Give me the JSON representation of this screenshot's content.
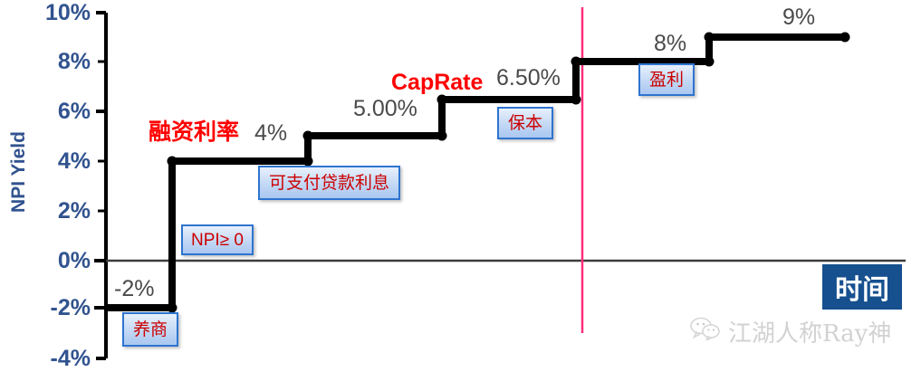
{
  "chart_data": {
    "type": "line",
    "title": "",
    "xlabel": "时间",
    "ylabel": "NPI Yield",
    "ylim": [
      -4,
      10
    ],
    "yticks": [
      "-4%",
      "-2%",
      "0%",
      "2%",
      "4%",
      "6%",
      "8%",
      "10%"
    ],
    "grid": false,
    "legend": "none",
    "step_style": "step-post",
    "series": [
      {
        "name": "NPI Yield",
        "values": [
          -2,
          4,
          5,
          6.5,
          8,
          9
        ],
        "labels": [
          "-2%",
          "4%",
          "5.00%",
          "6.50%",
          "8%",
          "9%"
        ]
      }
    ],
    "annotations": {
      "phase_titles": [
        "融资利率",
        "CapRate"
      ],
      "callouts": [
        "养商",
        "NPI≥ 0",
        "可支付贷款利息",
        "保本",
        "盈利"
      ],
      "reference_line": {
        "orientation": "vertical",
        "color": "#FF2E7A"
      }
    }
  },
  "axis": {
    "y_title": "NPI Yield",
    "y_ticks": [
      {
        "label": "10%"
      },
      {
        "label": "8%"
      },
      {
        "label": "6%"
      },
      {
        "label": "4%"
      },
      {
        "label": "2%"
      },
      {
        "label": "0%"
      },
      {
        "label": "-2%"
      },
      {
        "label": "-4%"
      }
    ],
    "x_label": "时间"
  },
  "step_labels": [
    {
      "text": "-2%"
    },
    {
      "text": "4%"
    },
    {
      "text": "5.00%"
    },
    {
      "text": "6.50%"
    },
    {
      "text": "8%"
    },
    {
      "text": "9%"
    }
  ],
  "phase_titles": [
    {
      "text": "融资利率"
    },
    {
      "text": "CapRate"
    }
  ],
  "callouts": [
    {
      "text": "养商"
    },
    {
      "text": "NPI≥ 0"
    },
    {
      "text": "可支付贷款利息"
    },
    {
      "text": "保本"
    },
    {
      "text": "盈利"
    }
  ],
  "watermark": {
    "icon": "wechat-icon",
    "text": "江湖人称Ray神"
  },
  "colors": {
    "axis_text": "#31538F",
    "phase_title": "#FF0000",
    "callout_text": "#CC0000",
    "callout_border": "#2E74D0",
    "step_line": "#000000",
    "reference_line": "#FF2E7A",
    "x_label_bg": "#17508F",
    "value_label": "#4a4a4a"
  }
}
